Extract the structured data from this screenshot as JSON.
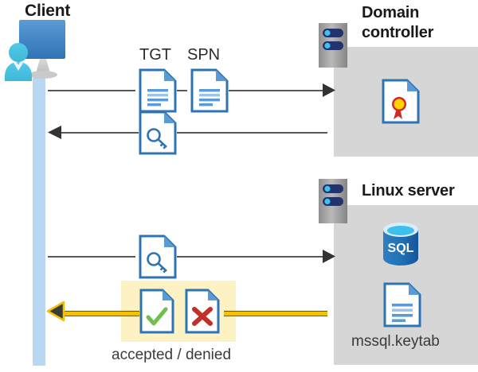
{
  "diagram": {
    "title_client": "Client",
    "nodes": {
      "domain_controller": "Domain\ncontroller",
      "domain_controller_line1": "Domain",
      "domain_controller_line2": "controller",
      "linux_server": "Linux server"
    },
    "labels": {
      "tgt": "TGT",
      "spn": "SPN",
      "accepted_denied": "accepted / denied",
      "keytab": "mssql.keytab",
      "sql": "SQL"
    },
    "icons": {
      "client": "user-monitor-icon",
      "tgt_doc": "document-icon",
      "spn_doc": "document-icon",
      "ticket_doc": "document-key-icon",
      "service_ticket_doc": "document-key-icon",
      "accepted_doc": "document-check-icon",
      "denied_doc": "document-x-icon",
      "certificate_doc": "document-certificate-icon",
      "keytab_doc": "document-icon",
      "database": "sql-database-icon",
      "server_rack_dc": "server-rack-icon",
      "server_rack_linux": "server-rack-icon"
    },
    "colors": {
      "panel_gray": "#d6d6d6",
      "pipe_blue": "#b9d6f2",
      "doc_blue": "#4a86c8",
      "arrow_gray": "#575757",
      "arrow_yellow": "#f2c200",
      "highlight_yellow": "#fdf2c4",
      "check_green": "#6fbf4a",
      "cross_red": "#c3302b",
      "sql_blue": "#1f6fb5",
      "cert_red": "#cf2a27",
      "cert_yellow": "#ffd300",
      "server_gray": "#9a9a9a",
      "server_navy": "#1f3864"
    },
    "flows": [
      {
        "id": "flow-1",
        "direction": "client-to-dc",
        "style": "gray",
        "payload": [
          "TGT",
          "SPN"
        ]
      },
      {
        "id": "flow-2",
        "direction": "dc-to-client",
        "style": "gray",
        "payload": [
          "service-ticket"
        ]
      },
      {
        "id": "flow-3",
        "direction": "client-to-linux",
        "style": "gray",
        "payload": [
          "service-ticket"
        ]
      },
      {
        "id": "flow-4",
        "direction": "linux-to-client",
        "style": "yellow",
        "payload": [
          "accepted / denied"
        ]
      }
    ]
  }
}
